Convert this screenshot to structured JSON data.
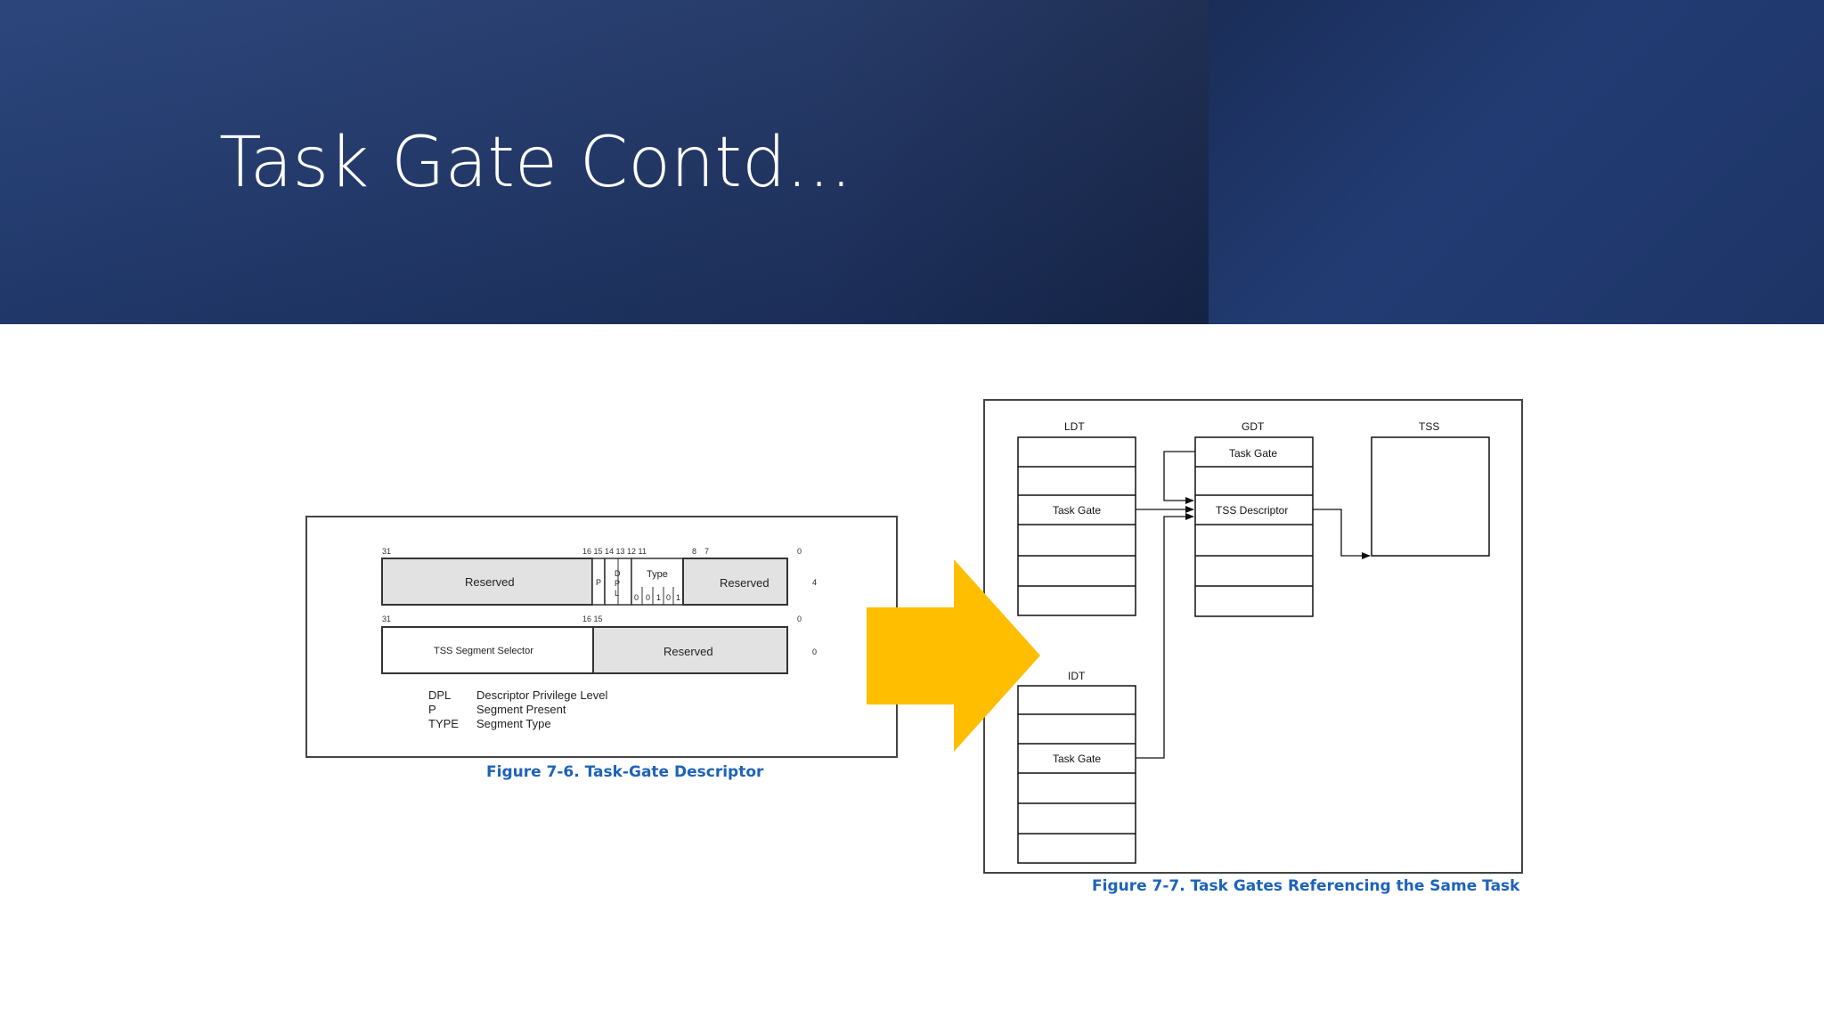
{
  "slide": {
    "title": "Task Gate Contd..."
  },
  "figure1": {
    "caption": "Figure 7-6.  Task-Gate Descriptor",
    "row1": {
      "bits": [
        "31",
        "16 15 14 13 12 11",
        "8",
        "7",
        "0"
      ],
      "reserved_left": "Reserved",
      "p": "P",
      "dpl": [
        "D",
        "P",
        "L"
      ],
      "type_label": "Type",
      "type_bits": [
        "0",
        "0",
        "1",
        "0",
        "1"
      ],
      "reserved_right": "Reserved",
      "offset": "4"
    },
    "row2": {
      "bits": [
        "31",
        "16 15",
        "0"
      ],
      "selector": "TSS Segment Selector",
      "reserved": "Reserved",
      "offset": "0"
    },
    "legend": [
      {
        "abbr": "DPL",
        "desc": "Descriptor Privilege Level"
      },
      {
        "abbr": "P",
        "desc": "Segment Present"
      },
      {
        "abbr": "TYPE",
        "desc": "Segment Type"
      }
    ]
  },
  "figure2": {
    "caption": "Figure 7-7.  Task Gates Referencing the Same Task",
    "ldt": {
      "label": "LDT",
      "entry": "Task Gate"
    },
    "gdt": {
      "label": "GDT",
      "entry_top": "Task Gate",
      "entry_tss": "TSS Descriptor"
    },
    "tss": {
      "label": "TSS"
    },
    "idt": {
      "label": "IDT",
      "entry": "Task Gate"
    }
  },
  "colors": {
    "arrow": "#FFBE00",
    "caption": "#1d63b8",
    "header": "#1f3464"
  }
}
